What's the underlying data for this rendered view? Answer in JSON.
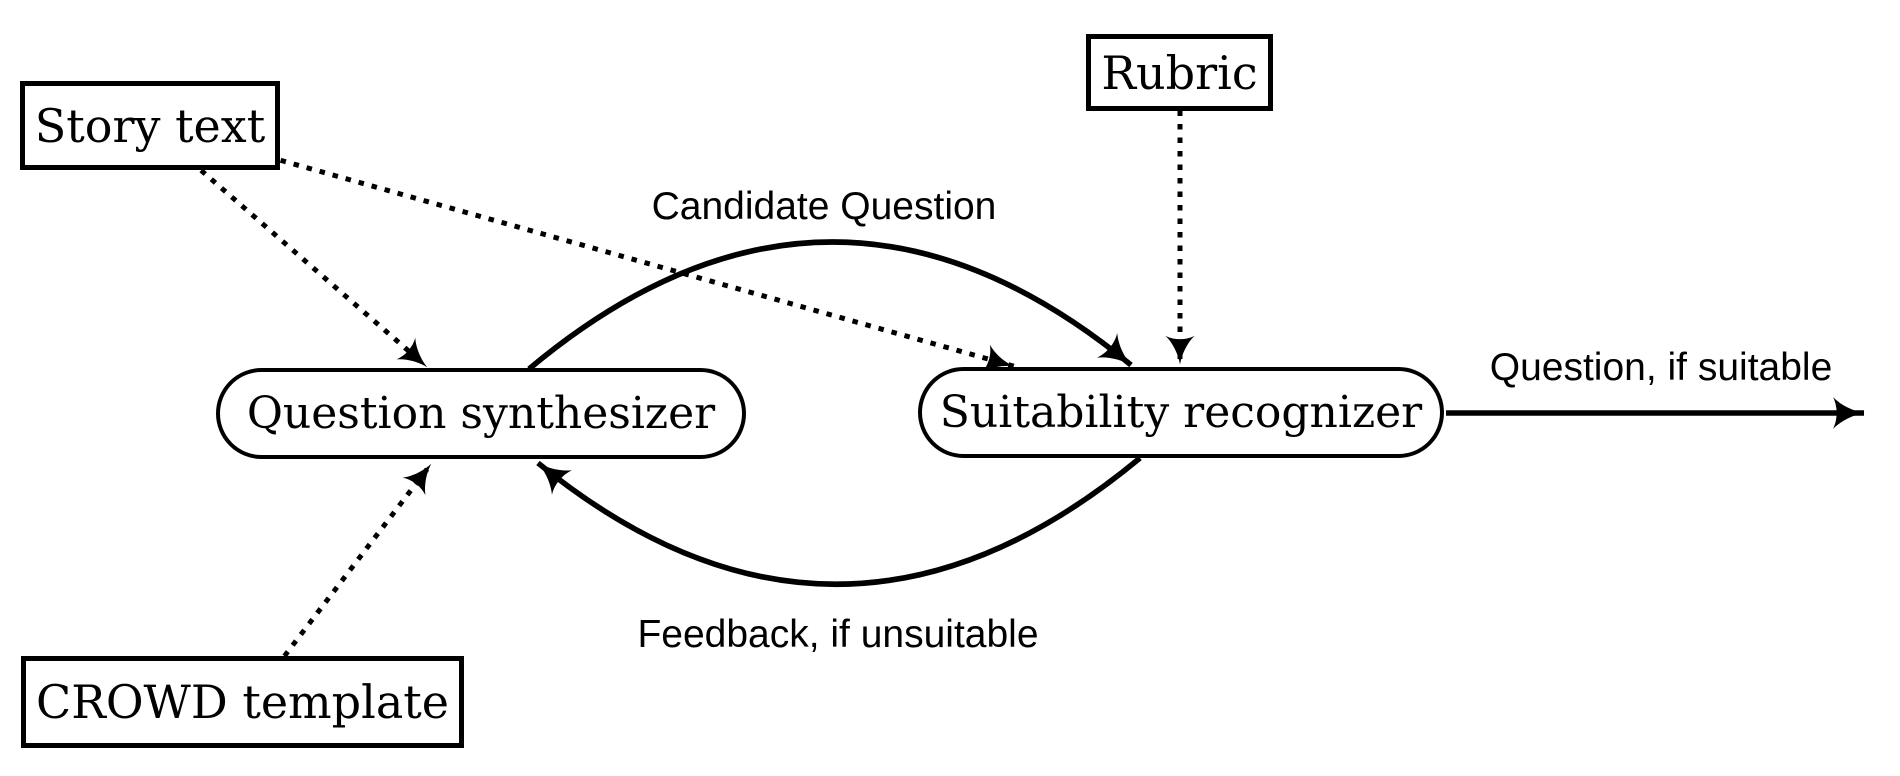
{
  "title": "Question generation loop diagram",
  "colors": {
    "ink": "#000000",
    "background": "#ffffff"
  },
  "nodes": {
    "story_text": {
      "label": "Story text",
      "shape": "rectangle"
    },
    "crowd_template": {
      "label": "CROWD template",
      "shape": "rectangle"
    },
    "rubric": {
      "label": "Rubric",
      "shape": "rectangle"
    },
    "question_synthesizer": {
      "label": "Question synthesizer",
      "shape": "rounded-pill"
    },
    "suitability_recognizer": {
      "label": "Suitability recognizer",
      "shape": "rounded-pill"
    }
  },
  "edges": {
    "story_to_synthesizer": {
      "from": "Story text",
      "to": "Question synthesizer",
      "style": "dotted-arrow",
      "label": ""
    },
    "story_to_recognizer": {
      "from": "Story text",
      "to": "Suitability recognizer",
      "style": "dotted-arrow",
      "label": ""
    },
    "crowd_to_synthesizer": {
      "from": "CROWD template",
      "to": "Question synthesizer",
      "style": "dotted-arrow",
      "label": ""
    },
    "rubric_to_recognizer": {
      "from": "Rubric",
      "to": "Suitability recognizer",
      "style": "dotted-arrow",
      "label": ""
    },
    "candidate_question": {
      "from": "Question synthesizer",
      "to": "Suitability recognizer",
      "style": "solid-curved-arrow",
      "label": "Candidate Question"
    },
    "feedback": {
      "from": "Suitability recognizer",
      "to": "Question synthesizer",
      "style": "solid-curved-arrow",
      "label": "Feedback, if unsuitable"
    },
    "output": {
      "from": "Suitability recognizer",
      "to": "(out)",
      "style": "solid-arrow",
      "label": "Question, if suitable"
    }
  }
}
